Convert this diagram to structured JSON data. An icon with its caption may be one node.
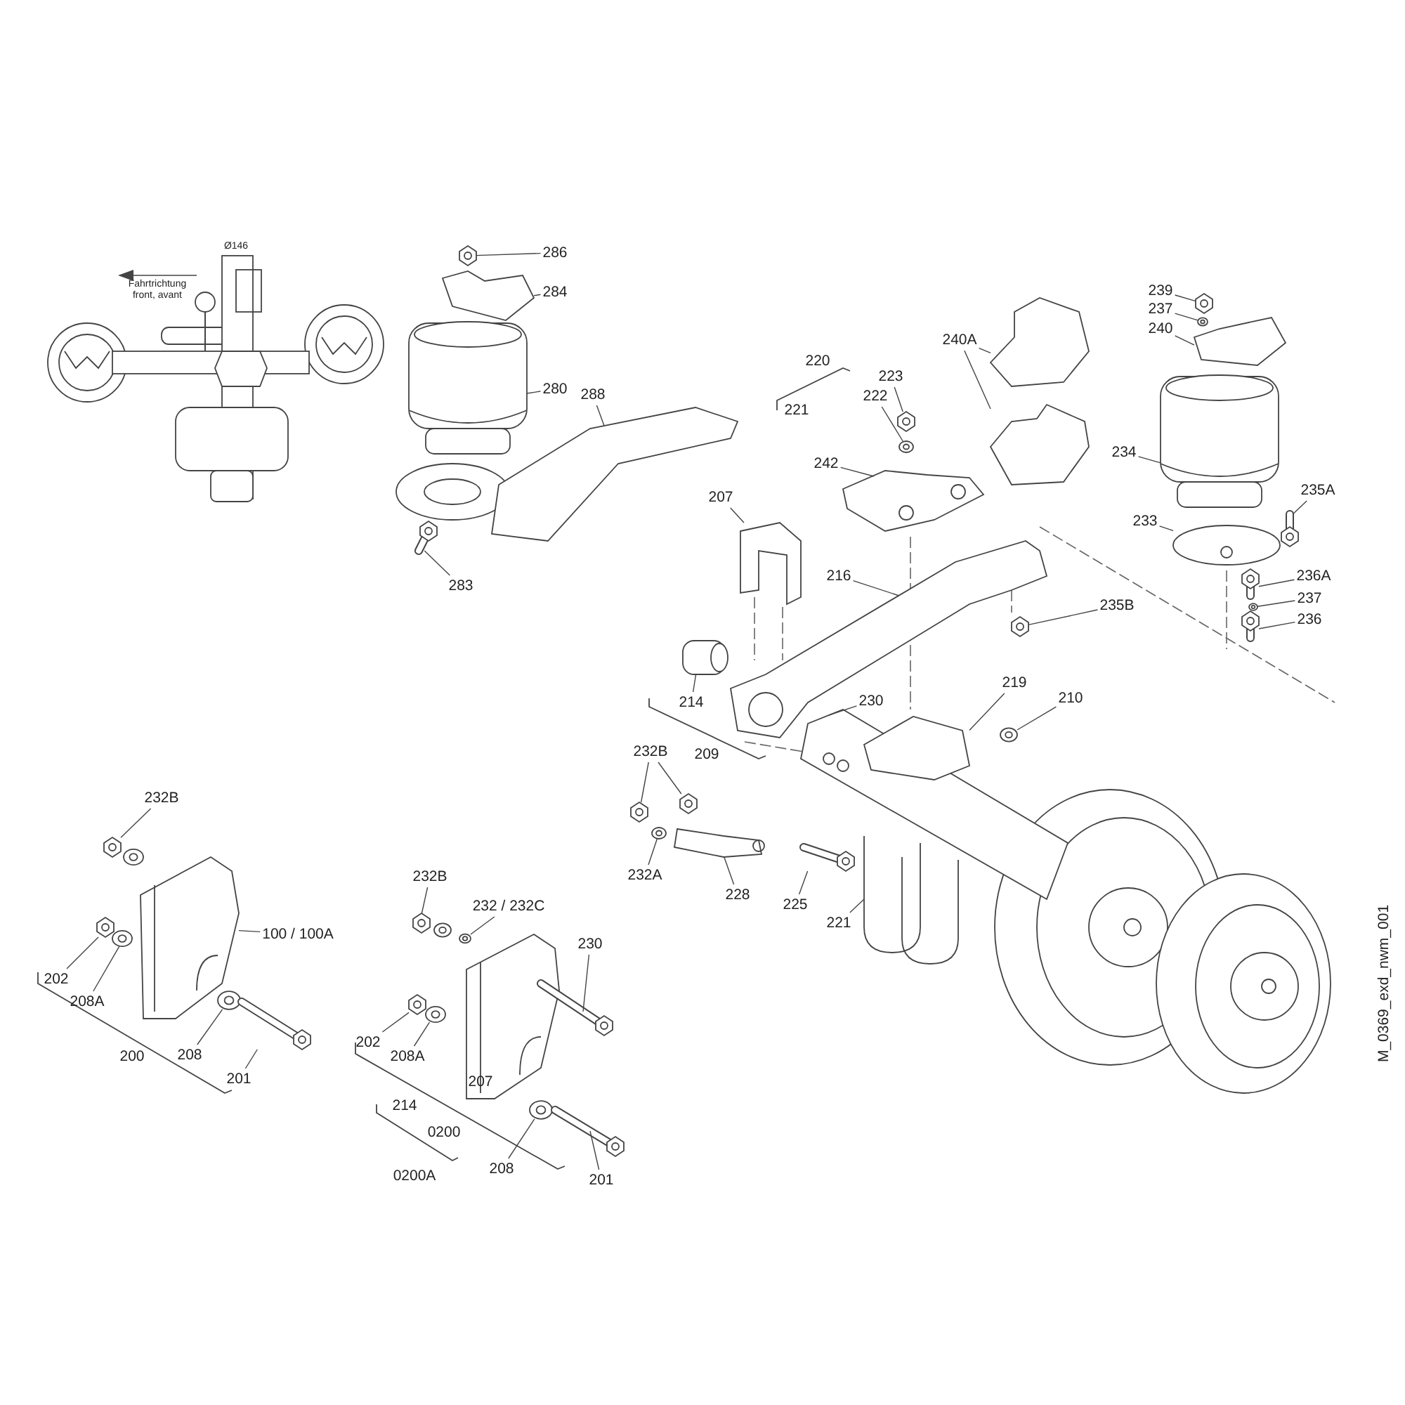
{
  "diagram": {
    "nodes": [
      {
        "text": [
          "286"
        ]
      },
      {
        "text": [
          "284"
        ]
      },
      {
        "text": [
          "280"
        ]
      },
      {
        "text": [
          "288"
        ]
      },
      {
        "text": [
          "283"
        ]
      },
      {
        "text": [
          "223"
        ]
      },
      {
        "text": [
          "222"
        ]
      },
      {
        "text": [
          "240A"
        ]
      },
      {
        "text": [
          "242"
        ]
      },
      {
        "text": [
          "207"
        ]
      },
      {
        "text": [
          "216"
        ]
      },
      {
        "text": [
          "235B"
        ]
      },
      {
        "text": [
          "214"
        ]
      },
      {
        "text": [
          "230"
        ]
      },
      {
        "text": [
          "219"
        ]
      },
      {
        "text": [
          "210"
        ]
      },
      {
        "text": [
          "232B"
        ]
      },
      {
        "text": [
          "225"
        ]
      },
      {
        "text": [
          "232A"
        ]
      },
      {
        "text": [
          "228"
        ]
      },
      {
        "text": [
          "221"
        ]
      },
      {
        "text": [
          "239"
        ]
      },
      {
        "text": [
          "237"
        ]
      },
      {
        "text": [
          "240"
        ]
      },
      {
        "text": [
          "234"
        ]
      },
      {
        "text": [
          "235A"
        ]
      },
      {
        "text": [
          "233"
        ]
      },
      {
        "text": [
          "236A"
        ]
      },
      {
        "text": [
          "237"
        ]
      },
      {
        "text": [
          "236"
        ]
      },
      {
        "text": [
          "232B"
        ]
      },
      {
        "text": [
          "100 / 100A"
        ]
      },
      {
        "text": [
          "202"
        ]
      },
      {
        "text": [
          "208A"
        ]
      },
      {
        "text": [
          "208"
        ]
      },
      {
        "text": [
          "201"
        ]
      },
      {
        "text": [
          "232B"
        ]
      },
      {
        "text": [
          "232 / 232C"
        ]
      },
      {
        "text": [
          "230"
        ]
      },
      {
        "text": [
          "202"
        ]
      },
      {
        "text": [
          "208A"
        ]
      },
      {
        "text": [
          "208"
        ]
      },
      {
        "text": [
          "201"
        ]
      },
      {
        "text": [],
        "shape": "picture"
      },
      {
        "text": [],
        "shape": "picture"
      },
      {
        "text": [],
        "shape": "picture"
      },
      {
        "text": [],
        "shape": "picture"
      },
      {
        "text": [],
        "shape": "picture"
      },
      {
        "text": [],
        "shape": "picture"
      },
      {
        "text": [],
        "shape": "picture"
      },
      {
        "text": [],
        "shape": "picture"
      },
      {
        "text": [],
        "shape": "picture"
      },
      {
        "text": [],
        "shape": "picture"
      },
      {
        "text": [],
        "shape": "picture"
      },
      {
        "text": [],
        "shape": "picture"
      },
      {
        "text": [],
        "shape": "picture"
      },
      {
        "text": [],
        "shape": "picture"
      },
      {
        "text": [],
        "shape": "picture"
      },
      {
        "text": [],
        "shape": "picture"
      },
      {
        "text": [],
        "shape": "picture"
      },
      {
        "text": [],
        "shape": "picture"
      },
      {
        "text": [],
        "shape": "picture"
      },
      {
        "text": [],
        "shape": "picture"
      },
      {
        "text": [],
        "shape": "picture"
      },
      {
        "text": [],
        "shape": "picture"
      },
      {
        "text": [],
        "shape": "picture"
      },
      {
        "text": [],
        "shape": "picture"
      },
      {
        "text": [],
        "shape": "picture"
      },
      {
        "text": [],
        "shape": "picture"
      },
      {
        "text": [],
        "shape": "picture"
      },
      {
        "text": [],
        "shape": "picture"
      },
      {
        "text": [],
        "shape": "picture"
      },
      {
        "text": [],
        "shape": "picture"
      },
      {
        "text": [],
        "shape": "picture"
      },
      {
        "text": [],
        "shape": "picture"
      },
      {
        "text": [],
        "shape": "picture"
      },
      {
        "text": [],
        "shape": "picture"
      },
      {
        "text": [],
        "shape": "picture"
      },
      {
        "text": [],
        "shape": "picture"
      },
      {
        "text": [],
        "shape": "picture"
      },
      {
        "text": [],
        "shape": "picture"
      },
      {
        "text": [],
        "shape": "picture"
      },
      {
        "text": [],
        "shape": "picture"
      },
      {
        "text": [],
        "shape": "picture"
      },
      {
        "text": [],
        "shape": "picture"
      },
      {
        "text": [],
        "shape": "picture"
      },
      {
        "text": [],
        "shape": "picture"
      },
      {
        "text": [],
        "shape": "picture"
      }
    ],
    "edges": [
      {
        "from": 0,
        "to": 43,
        "arrow": "none"
      },
      {
        "from": 1,
        "to": 44,
        "arrow": "none"
      },
      {
        "from": 2,
        "to": 45,
        "arrow": "none"
      },
      {
        "from": 3,
        "to": 46,
        "arrow": "none"
      },
      {
        "from": 4,
        "to": 47,
        "arrow": "none"
      },
      {
        "from": 5,
        "to": 48,
        "arrow": "none"
      },
      {
        "from": 6,
        "to": 49,
        "arrow": "none"
      },
      {
        "from": 7,
        "to": 50,
        "arrow": "none"
      },
      {
        "from": 7,
        "to": 51,
        "arrow": "none"
      },
      {
        "from": 8,
        "to": 52,
        "arrow": "none"
      },
      {
        "from": 9,
        "to": 53,
        "arrow": "none"
      },
      {
        "from": 10,
        "to": 54,
        "arrow": "none"
      },
      {
        "from": 11,
        "to": 55,
        "arrow": "none"
      },
      {
        "from": 12,
        "to": 56,
        "arrow": "none"
      },
      {
        "from": 13,
        "to": 57,
        "arrow": "none"
      },
      {
        "from": 14,
        "to": 58,
        "arrow": "none"
      },
      {
        "from": 15,
        "to": 59,
        "arrow": "none"
      },
      {
        "from": 16,
        "to": 60,
        "arrow": "none"
      },
      {
        "from": 16,
        "to": 61,
        "arrow": "none"
      },
      {
        "from": 17,
        "to": 62,
        "arrow": "none"
      },
      {
        "from": 18,
        "to": 63,
        "arrow": "none"
      },
      {
        "from": 19,
        "to": 64,
        "arrow": "none"
      },
      {
        "from": 20,
        "to": 65,
        "arrow": "none"
      },
      {
        "from": 21,
        "to": 66,
        "arrow": "none"
      },
      {
        "from": 22,
        "to": 67,
        "arrow": "none"
      },
      {
        "from": 23,
        "to": 68,
        "arrow": "none"
      },
      {
        "from": 24,
        "to": 69,
        "arrow": "none"
      },
      {
        "from": 25,
        "to": 70,
        "arrow": "none"
      },
      {
        "from": 26,
        "to": 71,
        "arrow": "none"
      },
      {
        "from": 27,
        "to": 72,
        "arrow": "none"
      },
      {
        "from": 28,
        "to": 73,
        "arrow": "none"
      },
      {
        "from": 29,
        "to": 74,
        "arrow": "none"
      },
      {
        "from": 30,
        "to": 75,
        "arrow": "none"
      },
      {
        "from": 31,
        "to": 76,
        "arrow": "none"
      },
      {
        "from": 32,
        "to": 77,
        "arrow": "none"
      },
      {
        "from": 33,
        "to": 78,
        "arrow": "none"
      },
      {
        "from": 34,
        "to": 79,
        "arrow": "none"
      },
      {
        "from": 35,
        "to": 80,
        "arrow": "none"
      },
      {
        "from": 36,
        "to": 81,
        "arrow": "none"
      },
      {
        "from": 37,
        "to": 82,
        "arrow": "none"
      },
      {
        "from": 38,
        "to": 83,
        "arrow": "none"
      },
      {
        "from": 39,
        "to": 84,
        "arrow": "none"
      },
      {
        "from": 40,
        "to": 85,
        "arrow": "none"
      },
      {
        "from": 41,
        "to": 86,
        "arrow": "none"
      },
      {
        "from": 42,
        "to": 87,
        "arrow": "none"
      }
    ],
    "labels": [
      "Fahrtrichtung",
      "front, avant",
      "Ø146",
      "220",
      "221",
      "209",
      "200",
      "207",
      "214",
      "0200",
      "0200A",
      "M_0369_exd_nwm_001"
    ]
  }
}
